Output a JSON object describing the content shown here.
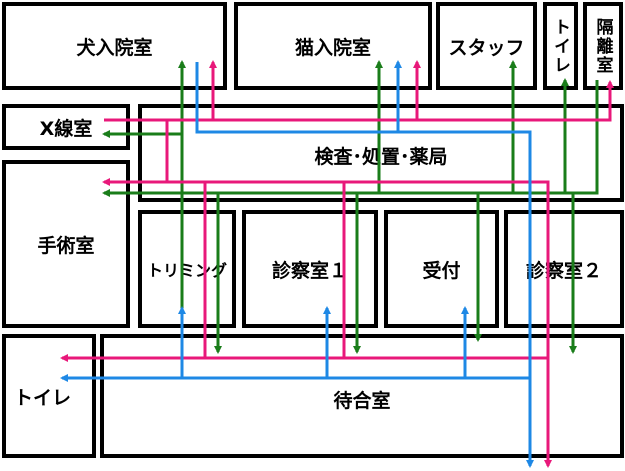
{
  "rooms": {
    "dog_ward": "犬入院室",
    "cat_ward": "猫入院室",
    "staff": "スタッフ",
    "toilet_staff": "トイレ",
    "isolation": "隔離室",
    "xray": "X線室",
    "lab": "検査･処置･薬局",
    "surgery": "手術室",
    "trimming": "トリミング",
    "exam1": "診察室１",
    "reception": "受付",
    "exam2": "診察室２",
    "toilet_public": "トイレ",
    "waiting": "待合室"
  },
  "colors": {
    "green": "#1a7d1a",
    "magenta": "#e8187a",
    "blue": "#1e88e5"
  }
}
